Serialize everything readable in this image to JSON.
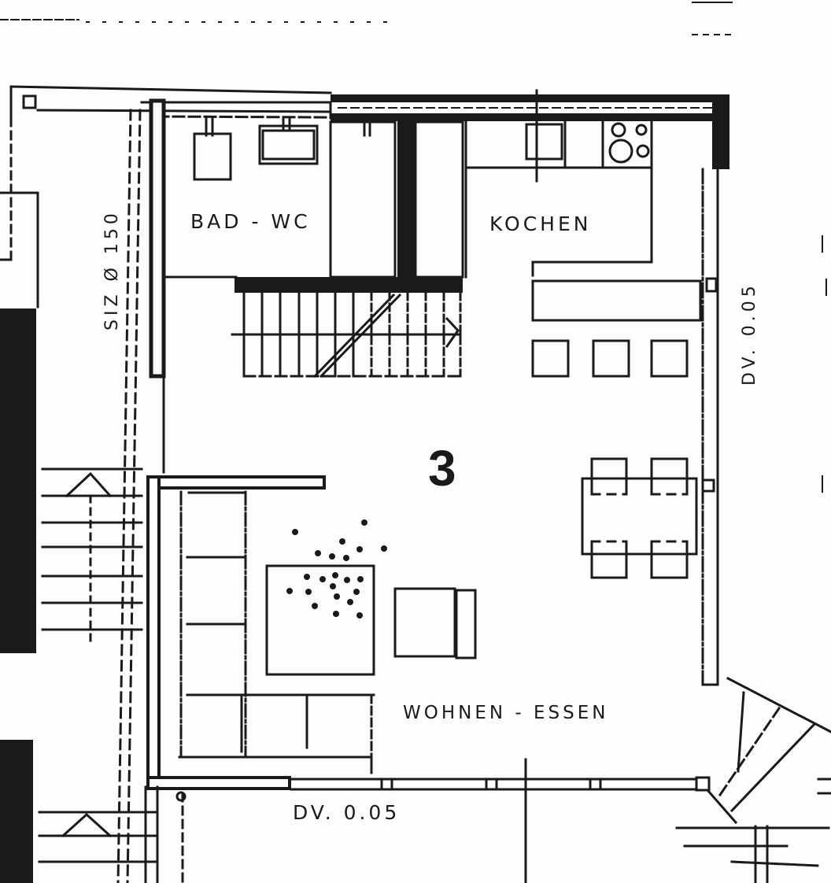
{
  "plan": {
    "unit_number": "3",
    "rooms": [
      {
        "id": "bath",
        "label": "BAD - WC"
      },
      {
        "id": "kitchen",
        "label": "KOCHEN"
      },
      {
        "id": "living",
        "label": "WOHNEN - ESSEN"
      }
    ],
    "annotations": {
      "siz": "SIZ Ø 150",
      "dv_right": "DV. 0.05",
      "dv_bottom": "DV. 0.05"
    },
    "colors": {
      "ink": "#1a1a1a",
      "paper": "#fdfdfd"
    }
  }
}
